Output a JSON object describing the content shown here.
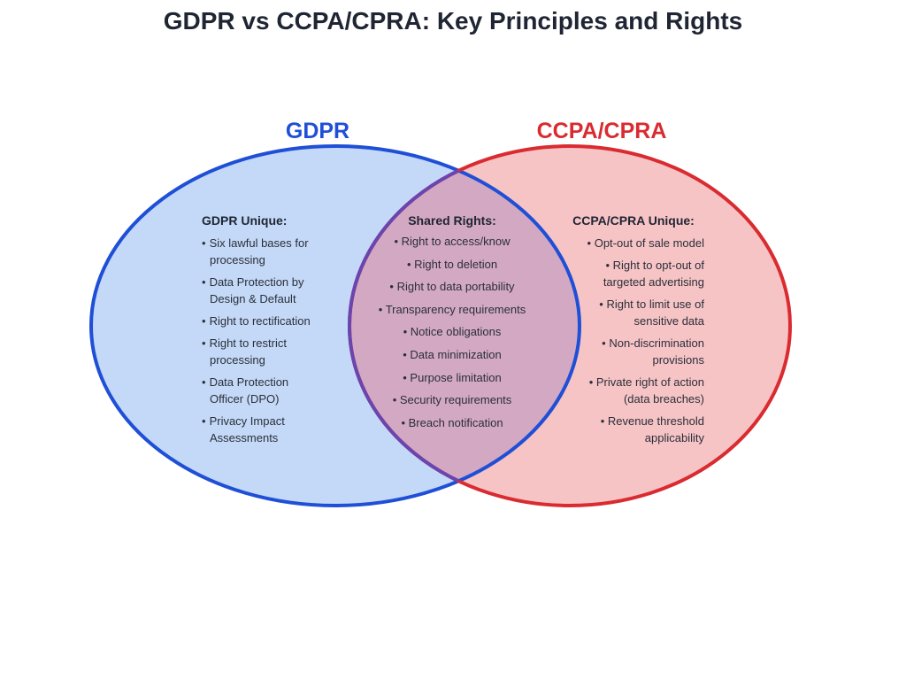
{
  "title": "GDPR vs CCPA/CPRA: Key Principles and Rights",
  "colors": {
    "gdpr_stroke": "#1f4fd6",
    "gdpr_fill": "#c4d9f7",
    "ccpa_stroke": "#d92b30",
    "ccpa_fill": "#f7c4c6",
    "overlap_fill": "#d3a8c2",
    "overlap_stroke": "#6a45b0"
  },
  "sets": {
    "gdpr": {
      "label": "GDPR",
      "heading": "GDPR Unique:",
      "items": [
        "Six lawful bases for processing",
        "Data Protection by Design & Default",
        "Right to rectification",
        "Right to restrict processing",
        "Data Protection Officer (DPO)",
        "Privacy Impact Assessments"
      ]
    },
    "shared": {
      "heading": "Shared Rights:",
      "items": [
        "Right to access/know",
        "Right to deletion",
        "Right to data portability",
        "Transparency requirements",
        "Notice obligations",
        "Data minimization",
        "Purpose limitation",
        "Security requirements",
        "Breach notification"
      ]
    },
    "ccpa": {
      "label": "CCPA/CPRA",
      "heading": "CCPA/CPRA Unique:",
      "items": [
        "Opt-out of sale model",
        "Right to opt-out of targeted advertising",
        "Right to limit use of sensitive data",
        "Non-discrimination provisions",
        "Private right of action (data breaches)",
        "Revenue threshold applicability"
      ]
    }
  }
}
